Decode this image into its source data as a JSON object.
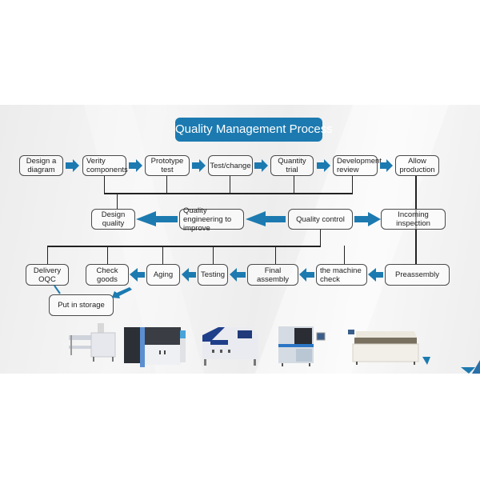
{
  "title": "Quality Management Process",
  "colors": {
    "accent": "#1c7ab0",
    "line": "#222222",
    "box_border": "#4a4a4a"
  },
  "row1": [
    {
      "id": "design-a-diagram",
      "label": "Design a diagram"
    },
    {
      "id": "verity-components",
      "label": "Verity components"
    },
    {
      "id": "prototype-test",
      "label": "Prototype test"
    },
    {
      "id": "test-change",
      "label": "Test/change"
    },
    {
      "id": "quantity-trial",
      "label": "Quantity trial"
    },
    {
      "id": "development-review",
      "label": "Development review"
    },
    {
      "id": "allow-production",
      "label": "Allow production"
    }
  ],
  "row2": [
    {
      "id": "design-quality",
      "label": "Design quality"
    },
    {
      "id": "quality-engineering-to-improve",
      "label": "Quality engineering to improve"
    },
    {
      "id": "quality-control",
      "label": "Quality control"
    },
    {
      "id": "incoming-inspection",
      "label": "Incoming inspection"
    }
  ],
  "row3": [
    {
      "id": "delivery-oqc",
      "label": "Delivery OQC"
    },
    {
      "id": "check-goods",
      "label": "Check goods"
    },
    {
      "id": "aging",
      "label": "Aging"
    },
    {
      "id": "testing",
      "label": "Testing"
    },
    {
      "id": "final-assembly",
      "label": "Final assembly"
    },
    {
      "id": "the-machine-check",
      "label": "the machine check"
    },
    {
      "id": "preassembly",
      "label": "Preassembly"
    }
  ],
  "row4": [
    {
      "id": "put-in-storage",
      "label": "Put in storage"
    }
  ],
  "machines": [
    "pcb-loader",
    "stencil-printer",
    "pick-and-place-machine",
    "aoi-inspection-machine",
    "reflow-oven"
  ]
}
